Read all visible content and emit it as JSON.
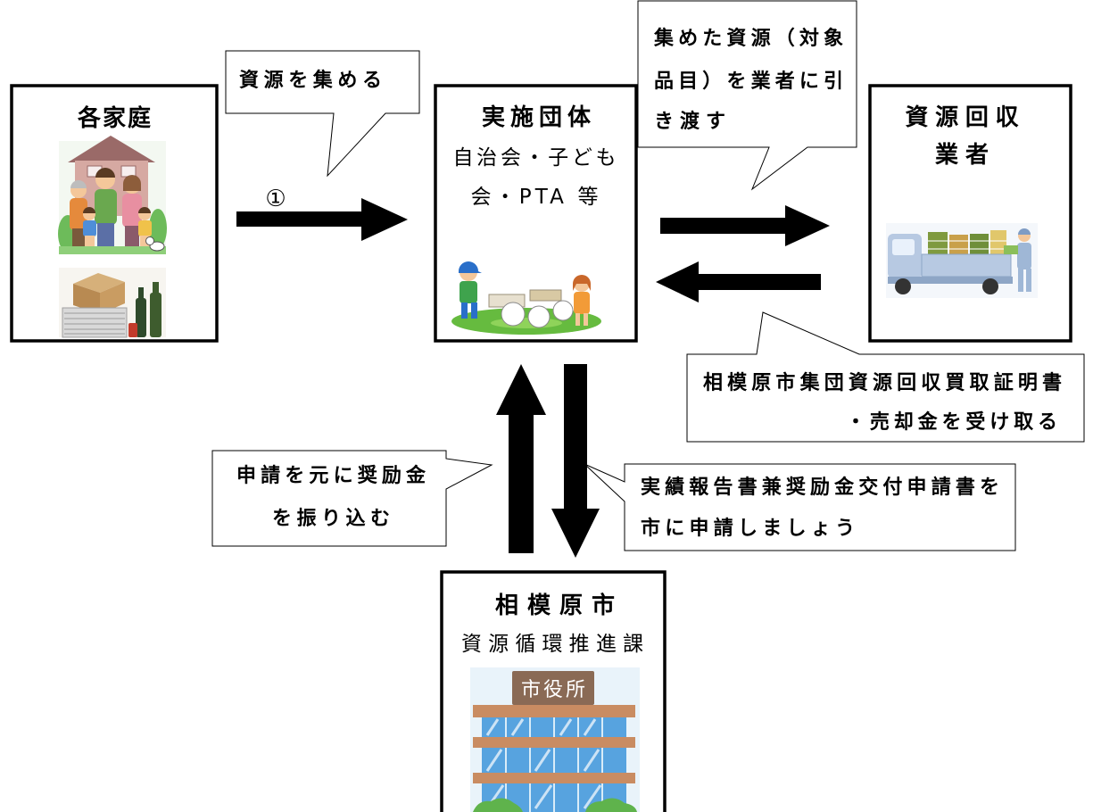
{
  "diagram": {
    "nodes": {
      "household": {
        "title": "各家庭",
        "icons": [
          "family-house-icon",
          "recyclables-icon"
        ]
      },
      "organization": {
        "title": "実施団体",
        "subtitle_lines": [
          "自治会・子ども",
          "会・PTA 等"
        ],
        "icons": [
          "children-collecting-icon"
        ]
      },
      "collector": {
        "title_lines": [
          "資源回収",
          "業者"
        ],
        "icons": [
          "truck-icon"
        ]
      },
      "city": {
        "title": "相模原市",
        "subtitle": "資源循環推進課",
        "building_sign": "市役所",
        "icons": [
          "city-hall-icon"
        ]
      }
    },
    "callouts": {
      "collect_resources": {
        "lines": [
          "資源を集める"
        ]
      },
      "hand_over": {
        "lines": [
          "集めた資源（対象",
          "品目）を業者に引",
          "き渡す"
        ]
      },
      "receive_payment": {
        "lines": [
          "相模原市集団資源回収買取証明書",
          "・売却金を受け取る"
        ]
      },
      "pay_grant": {
        "lines": [
          "申請を元に奨励金",
          "を振り込む"
        ]
      },
      "submit_application": {
        "lines": [
          "実績報告書兼奨励金交付申請書を",
          "市に申請しましょう"
        ]
      }
    },
    "arrows": {
      "step_one_label": "①"
    }
  },
  "colors": {
    "border": "#000000",
    "arrow": "#000000",
    "callout_fill": "#ffffff",
    "background": "#ffffff"
  }
}
